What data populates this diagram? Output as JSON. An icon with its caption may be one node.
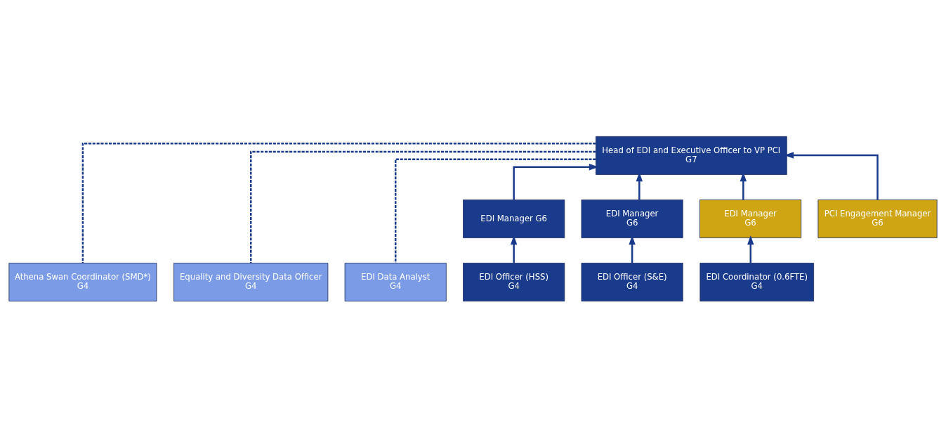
{
  "diagram": {
    "nodes": [
      {
        "text": [
          "Head of EDI and Executive Officer to VP PCI",
          "G7"
        ]
      },
      {
        "text": [
          "Athena Swan Coordinator (SMD*)",
          "G4"
        ]
      },
      {
        "text": [
          "Equality and Diversity Data Officer",
          "G4"
        ]
      },
      {
        "text": [
          "EDI Data Analyst",
          "G4"
        ]
      },
      {
        "text": [
          "EDI Manager G6"
        ]
      },
      {
        "text": [
          "EDI Manager",
          "G6"
        ]
      },
      {
        "text": [
          "EDI Manager",
          "G6"
        ]
      },
      {
        "text": [
          "PCI Engagement Manager",
          "G6"
        ]
      },
      {
        "text": [
          "EDI Officer (HSS)",
          "G4"
        ]
      },
      {
        "text": [
          "EDI Officer (S&E)",
          "G4"
        ]
      },
      {
        "text": [
          "EDI Coordinator (0.6FTE)",
          "G4"
        ]
      }
    ],
    "edges": [
      {
        "from": 0,
        "to": 1,
        "arrow": "none",
        "style": "dashed"
      },
      {
        "from": 0,
        "to": 2,
        "arrow": "none",
        "style": "dashed"
      },
      {
        "from": 0,
        "to": 3,
        "arrow": "none",
        "style": "dashed"
      },
      {
        "from": 4,
        "to": 0,
        "arrow": "to"
      },
      {
        "from": 5,
        "to": 0,
        "arrow": "to"
      },
      {
        "from": 6,
        "to": 0,
        "arrow": "to"
      },
      {
        "from": 7,
        "to": 0,
        "arrow": "to"
      },
      {
        "from": 8,
        "to": 4,
        "arrow": "to"
      },
      {
        "from": 9,
        "to": 5,
        "arrow": "to"
      },
      {
        "from": 10,
        "to": 6,
        "arrow": "to"
      }
    ]
  }
}
